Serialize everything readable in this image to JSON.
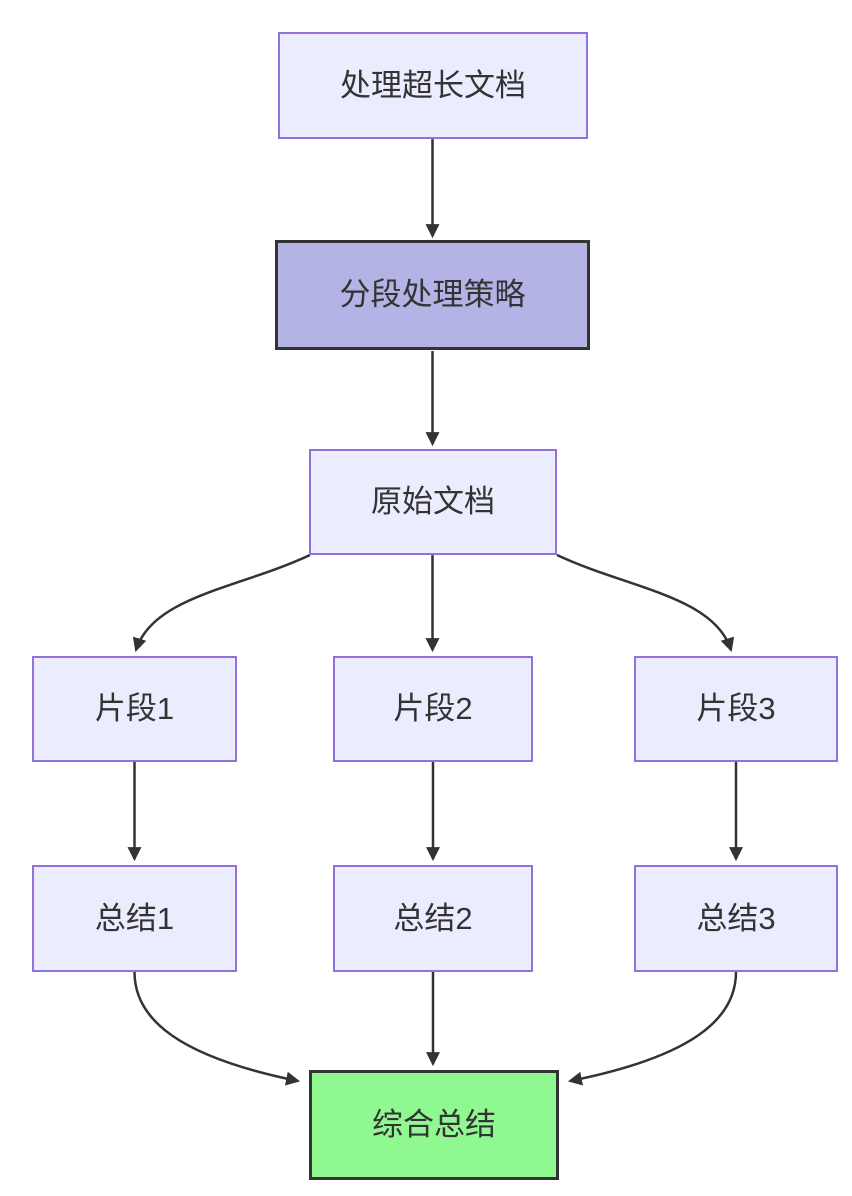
{
  "diagram": {
    "type": "flowchart",
    "direction": "top-down",
    "nodes": [
      {
        "id": "A",
        "label": "处理超长文档",
        "style": "default"
      },
      {
        "id": "B",
        "label": "分段处理策略",
        "style": "strategy"
      },
      {
        "id": "C",
        "label": "原始文档",
        "style": "default"
      },
      {
        "id": "D",
        "label": "片段1",
        "style": "default"
      },
      {
        "id": "E",
        "label": "片段2",
        "style": "default"
      },
      {
        "id": "F",
        "label": "片段3",
        "style": "default"
      },
      {
        "id": "G",
        "label": "总结1",
        "style": "default"
      },
      {
        "id": "H",
        "label": "总结2",
        "style": "default"
      },
      {
        "id": "I",
        "label": "总结3",
        "style": "default"
      },
      {
        "id": "J",
        "label": "综合总结",
        "style": "result"
      }
    ],
    "edges": [
      {
        "from": "处理超长文档",
        "to": "分段处理策略",
        "shape": "straight"
      },
      {
        "from": "分段处理策略",
        "to": "原始文档",
        "shape": "straight"
      },
      {
        "from": "原始文档",
        "to": "片段1",
        "shape": "curve"
      },
      {
        "from": "原始文档",
        "to": "片段2",
        "shape": "straight"
      },
      {
        "from": "原始文档",
        "to": "片段3",
        "shape": "curve"
      },
      {
        "from": "片段1",
        "to": "总结1",
        "shape": "straight"
      },
      {
        "from": "片段2",
        "to": "总结2",
        "shape": "straight"
      },
      {
        "from": "片段3",
        "to": "总结3",
        "shape": "straight"
      },
      {
        "from": "总结1",
        "to": "综合总结",
        "shape": "curve"
      },
      {
        "from": "总结2",
        "to": "综合总结",
        "shape": "straight"
      },
      {
        "from": "总结3",
        "to": "综合总结",
        "shape": "curve"
      }
    ],
    "colors": {
      "background": "#FFFFFF",
      "node_fill": "#ECECFF",
      "node_border": "#9370DB",
      "strategy_fill": "#B3B3E6",
      "result_fill": "#90F890",
      "dark_border": "#333333",
      "edge": "#333333",
      "text": "#333333"
    },
    "arrowhead": "filled-triangle"
  }
}
